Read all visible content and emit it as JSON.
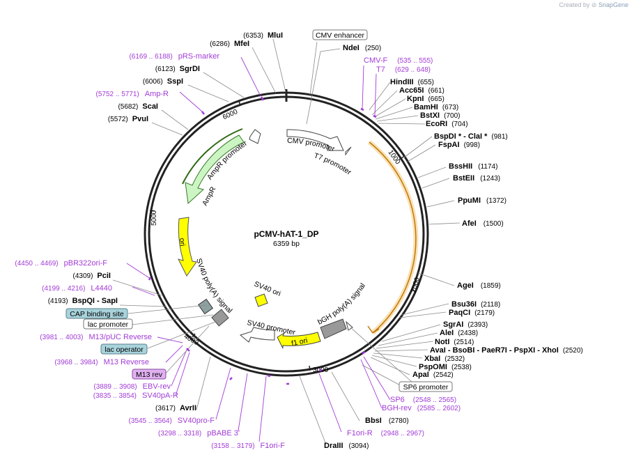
{
  "credit": {
    "prefix": "Created by",
    "brand": "SnapGene"
  },
  "plasmid": {
    "name": "pCMV-hAT-1_DP",
    "size": "6359 bp"
  },
  "ticks": [
    "1000",
    "2000",
    "3000",
    "4000",
    "5000",
    "6000"
  ],
  "features": {
    "cmv_enhancer": "CMV enhancer",
    "cmv_promoter": "CMV promoter",
    "t7_promoter": "T7 promoter",
    "ampr_promoter": "AmpR promoter",
    "ampr": "AmpR",
    "ori": "ori",
    "sv40_polya": "SV40 poly(A) signal",
    "sv40_ori": "SV40 ori",
    "sv40_promoter": "SV40 promoter",
    "f1_ori": "f1 ori",
    "bgh_polya": "bGH poly(A) signal",
    "cap_binding": "CAP binding site",
    "lac_promoter": "lac promoter",
    "lac_operator": "lac operator",
    "m13_rev": "M13 rev",
    "sp6_promoter": "SP6 promoter"
  },
  "sites_right": [
    {
      "name": "NdeI",
      "pos": "(250)"
    },
    {
      "name": "HindIII",
      "pos": "(655)"
    },
    {
      "name": "Acc65I",
      "pos": "(661)"
    },
    {
      "name": "KpnI",
      "pos": "(665)"
    },
    {
      "name": "BamHI",
      "pos": "(673)"
    },
    {
      "name": "BstXI",
      "pos": "(700)"
    },
    {
      "name": "EcoRI",
      "pos": "(704)"
    },
    {
      "name": "BspDI * - ClaI *",
      "pos": "(981)"
    },
    {
      "name": "FspAI",
      "pos": "(998)"
    },
    {
      "name": "BssHII",
      "pos": "(1174)"
    },
    {
      "name": "BstEII",
      "pos": "(1243)"
    },
    {
      "name": "PpuMI",
      "pos": "(1372)"
    },
    {
      "name": "AfeI",
      "pos": "(1500)"
    },
    {
      "name": "AgeI",
      "pos": "(1859)"
    },
    {
      "name": "Bsu36I",
      "pos": "(2118)"
    },
    {
      "name": "PaqCI",
      "pos": "(2179)"
    },
    {
      "name": "SgrAI",
      "pos": "(2393)"
    },
    {
      "name": "AleI",
      "pos": "(2438)"
    },
    {
      "name": "NotI",
      "pos": "(2514)"
    },
    {
      "name": "AvaI - BsoBI - PaeR7I - PspXI - XhoI",
      "pos": "(2520)"
    },
    {
      "name": "XbaI",
      "pos": "(2532)"
    },
    {
      "name": "PspOMI",
      "pos": "(2538)"
    },
    {
      "name": "ApaI",
      "pos": "(2542)"
    },
    {
      "name": "BbsI",
      "pos": "(2780)"
    },
    {
      "name": "DraIII",
      "pos": "(3094)"
    }
  ],
  "sites_left": [
    {
      "name": "MluI",
      "pos": "(6353)"
    },
    {
      "name": "MfeI",
      "pos": "(6286)"
    },
    {
      "name": "SgrDI",
      "pos": "(6123)"
    },
    {
      "name": "SspI",
      "pos": "(6006)"
    },
    {
      "name": "ScaI",
      "pos": "(5682)"
    },
    {
      "name": "PvuI",
      "pos": "(5572)"
    },
    {
      "name": "PciI",
      "pos": "(4309)"
    },
    {
      "name": "BspQI - SapI",
      "pos": "(4193)"
    },
    {
      "name": "AvrII",
      "pos": "(3617)"
    }
  ],
  "primers": [
    {
      "name": "CMV-F",
      "pos": "(535 .. 555)"
    },
    {
      "name": "T7",
      "pos": "(629 .. 648)"
    },
    {
      "name": "SP6",
      "pos": "(2548 .. 2565)"
    },
    {
      "name": "BGH-rev",
      "pos": "(2585 .. 2602)"
    },
    {
      "name": "F1ori-R",
      "pos": "(2948 .. 2967)"
    },
    {
      "name": "F1ori-F",
      "pos": "(3158 .. 3179)"
    },
    {
      "name": "pBABE 3'",
      "pos": "(3298 .. 3318)"
    },
    {
      "name": "SV40pro-F",
      "pos": "(3545 .. 3564)"
    },
    {
      "name": "SV40pA-R",
      "pos": "(3835 .. 3854)"
    },
    {
      "name": "EBV-rev",
      "pos": "(3889 .. 3908)"
    },
    {
      "name": "M13 Reverse",
      "pos": "(3968 .. 3984)"
    },
    {
      "name": "M13/pUC Reverse",
      "pos": "(3981 .. 4003)"
    },
    {
      "name": "L4440",
      "pos": "(4199 .. 4216)"
    },
    {
      "name": "pBR322ori-F",
      "pos": "(4450 .. 4469)"
    },
    {
      "name": "Amp-R",
      "pos": "(5752 .. 5771)"
    },
    {
      "name": "pRS-marker",
      "pos": "(6169 .. 6188)"
    }
  ]
}
